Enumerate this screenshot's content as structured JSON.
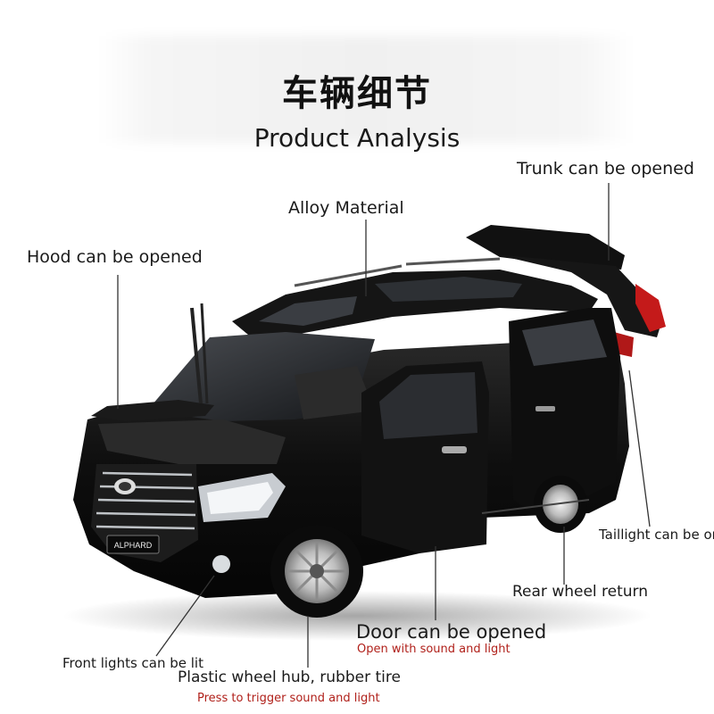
{
  "header": {
    "title_cn": "车辆细节",
    "title_en": "Product Analysis"
  },
  "callouts": {
    "trunk": "Trunk can be opened",
    "alloy": "Alloy Material",
    "hood": "Hood can be opened",
    "taillight": "Taillight can be on",
    "rear_wheel": "Rear wheel return",
    "door": "Door can be opened",
    "door_sub": "Open with sound and light",
    "front_lights": "Front lights can be lit",
    "wheel_hub": "Plastic wheel hub, rubber tire",
    "wheel_hub_sub": "Press to trigger sound and light"
  },
  "car": {
    "badge": "ALPHARD"
  },
  "colors": {
    "text": "#1a1a1a",
    "accent_red": "#b0201a",
    "car_body": "#0d0d0d"
  }
}
